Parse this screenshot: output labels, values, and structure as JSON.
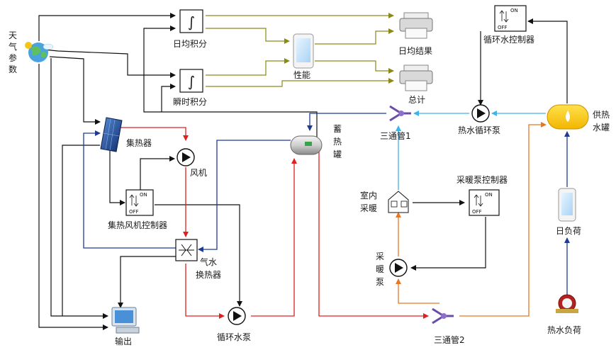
{
  "labels": {
    "weather": [
      "天",
      "气",
      "参",
      "数"
    ],
    "daily_integral": "日均积分",
    "instant_integral": "瞬时积分",
    "performance": "性能",
    "daily_result": "日均结果",
    "total": "总计",
    "collector": "集热器",
    "fan": "风机",
    "collector_fan_controller": "集热风机控制器",
    "air_water_hx": [
      "气水",
      "换热器"
    ],
    "circ_pump": "循环水泵",
    "storage_tank": [
      "蓄",
      "热",
      "罐"
    ],
    "output": "输出",
    "tee1": "三通管1",
    "tee2": "三通管2",
    "hw_circ_pump": "热水循环泵",
    "supply_tank": [
      "供热",
      "水罐"
    ],
    "circ_water_controller": "循环水控制器",
    "indoor_heating": [
      "室内",
      "采暖"
    ],
    "heating_pump_controller": "采暖泵控制器",
    "heating_pump": [
      "采",
      "暖",
      "泵"
    ],
    "daily_load": "日负荷",
    "hot_water_load": "热水负荷"
  },
  "controller_text": {
    "on": "ON",
    "off": "OFF"
  },
  "integral_symbol": "∫",
  "colors": {
    "red": "#e02020",
    "blue": "#1f3a93",
    "olive": "#8a8a1a",
    "cyan": "#3fb4e6",
    "orange": "#e87722",
    "black": "#111111"
  }
}
